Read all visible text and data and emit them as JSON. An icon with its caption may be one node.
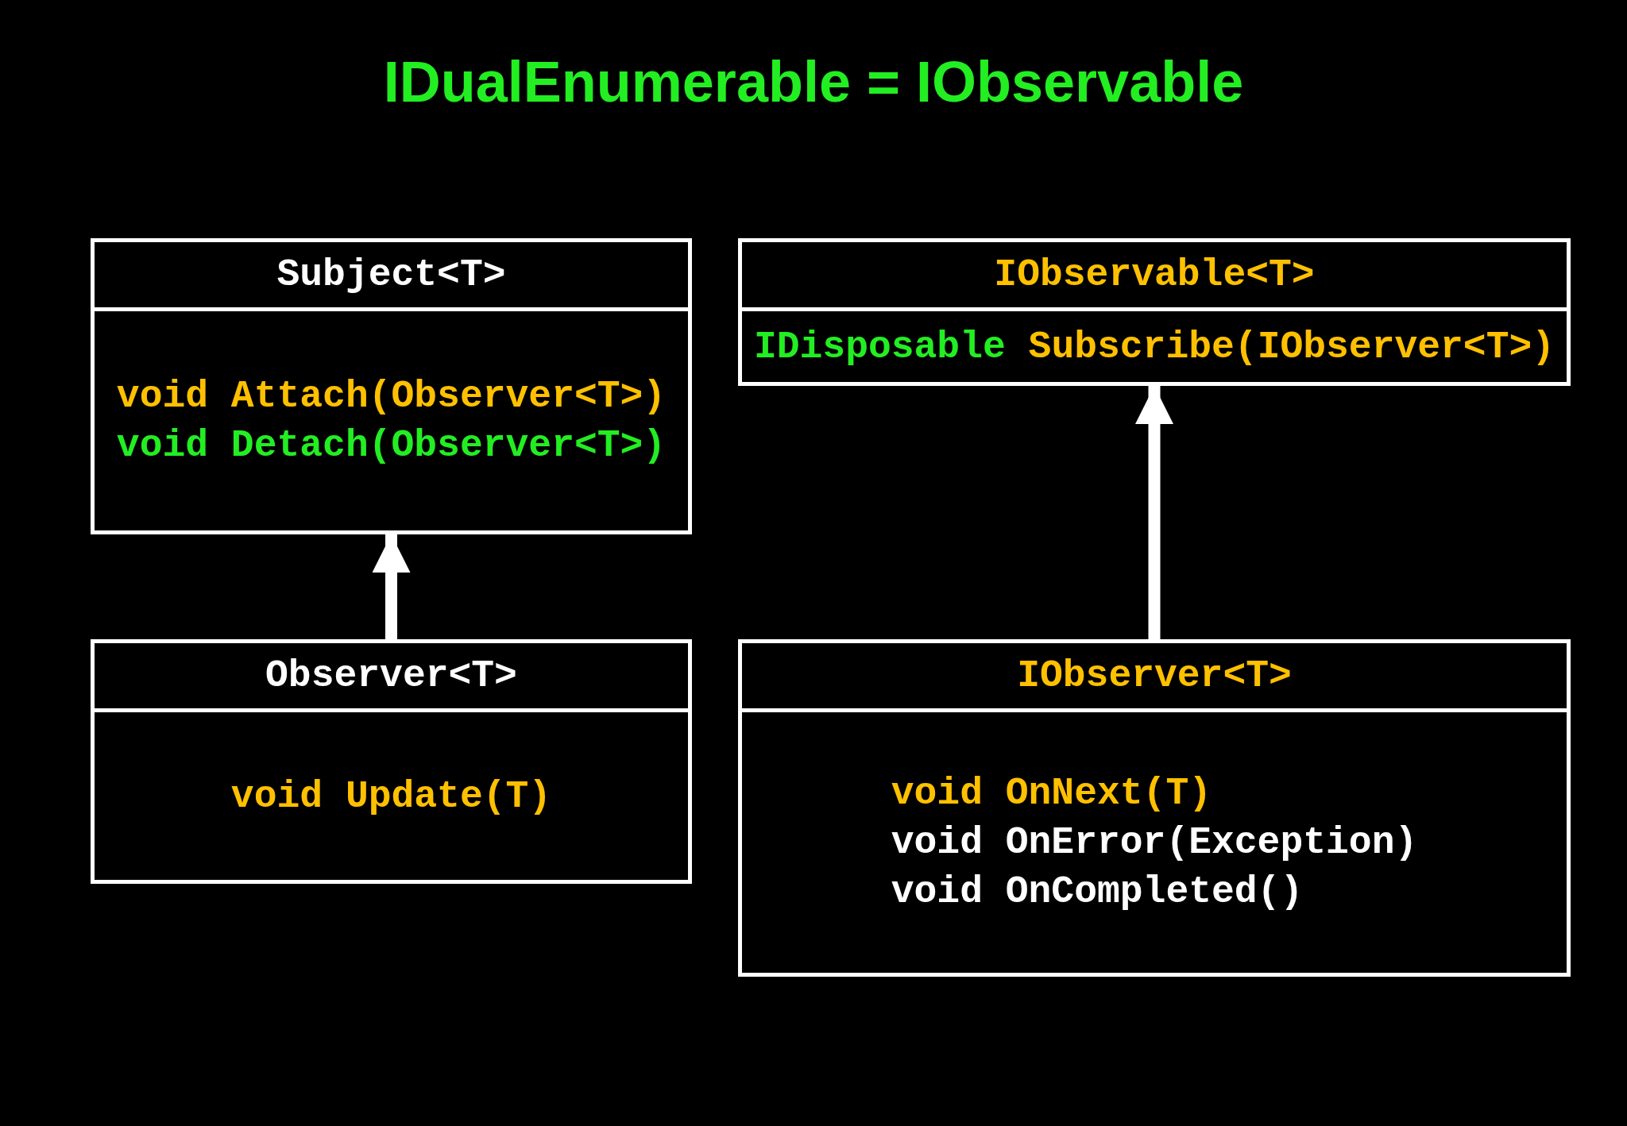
{
  "diagram": {
    "title": "IDualEnumerable = IObservable",
    "nodes": [
      {
        "text": [
          "Subject<T>",
          "void Attach(Observer<T>)",
          "void Detach(Observer<T>)"
        ]
      },
      {
        "text": [
          "IObservable<T>",
          "IDisposable",
          "Subscribe(IObserver<T>)"
        ]
      },
      {
        "text": [
          "Observer<T>",
          "void Update(T)"
        ]
      },
      {
        "text": [
          "IObserver<T>",
          "void OnNext(T)",
          "void OnError(Exception)",
          "void OnCompleted()"
        ]
      }
    ],
    "edges": [
      {
        "from": 2,
        "to": 0,
        "arrow": "to"
      },
      {
        "from": 3,
        "to": 1,
        "arrow": "to"
      }
    ]
  }
}
